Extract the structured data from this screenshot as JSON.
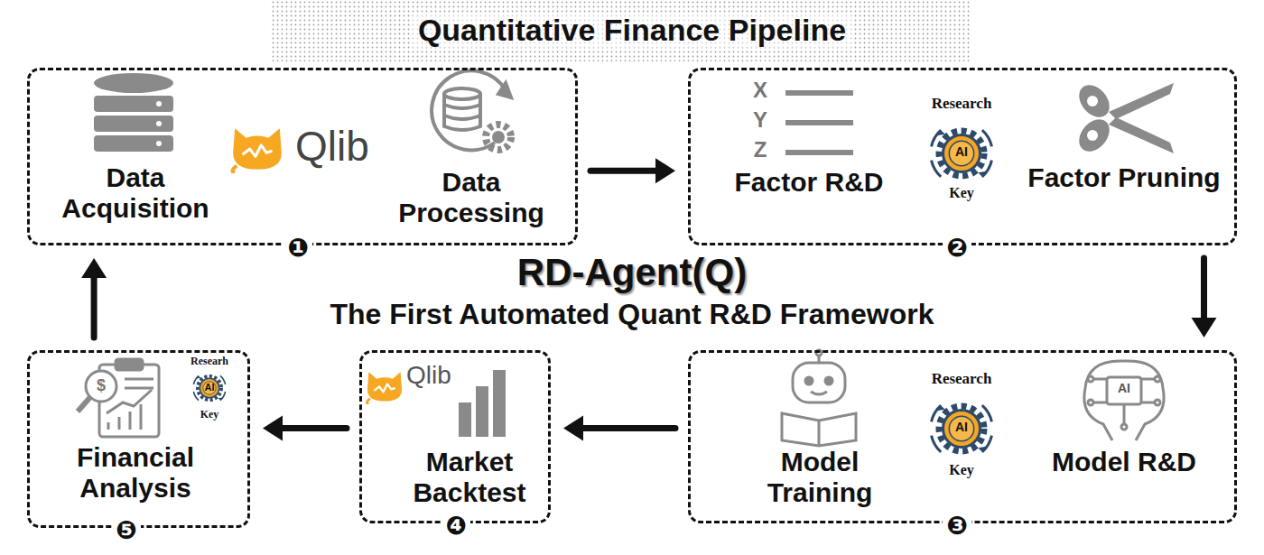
{
  "diagram": {
    "title": "Quantitative Finance Pipeline",
    "nodes": [
      {
        "text": [
          "Data Acquisition",
          "Qlib",
          "Data Processing"
        ]
      },
      {
        "text": [
          "X",
          "Y",
          "Z",
          "Factor R&D",
          "Research",
          "AI",
          "Key",
          "Factor Pruning"
        ]
      },
      {
        "text": [
          "Model Training",
          "Research",
          "AI",
          "Key",
          "AI",
          "Model R&D"
        ]
      },
      {
        "text": [
          "Qlib",
          "Market Backtest"
        ]
      },
      {
        "text": [
          "Researh",
          "AI",
          "Key",
          "$",
          "Financial Analysis"
        ]
      }
    ],
    "edges": [
      {
        "from": 0,
        "to": 1,
        "arrow": "to"
      },
      {
        "from": 1,
        "to": 2,
        "arrow": "to"
      },
      {
        "from": 2,
        "to": 3,
        "arrow": "to"
      },
      {
        "from": 3,
        "to": 4,
        "arrow": "to"
      },
      {
        "from": 4,
        "to": 0,
        "arrow": "to"
      }
    ],
    "labels": [
      "❶",
      "❷",
      "RD-Agent(Q)",
      "The First Automated Quant R&D Framework",
      "❸",
      "❹",
      "❺"
    ]
  }
}
